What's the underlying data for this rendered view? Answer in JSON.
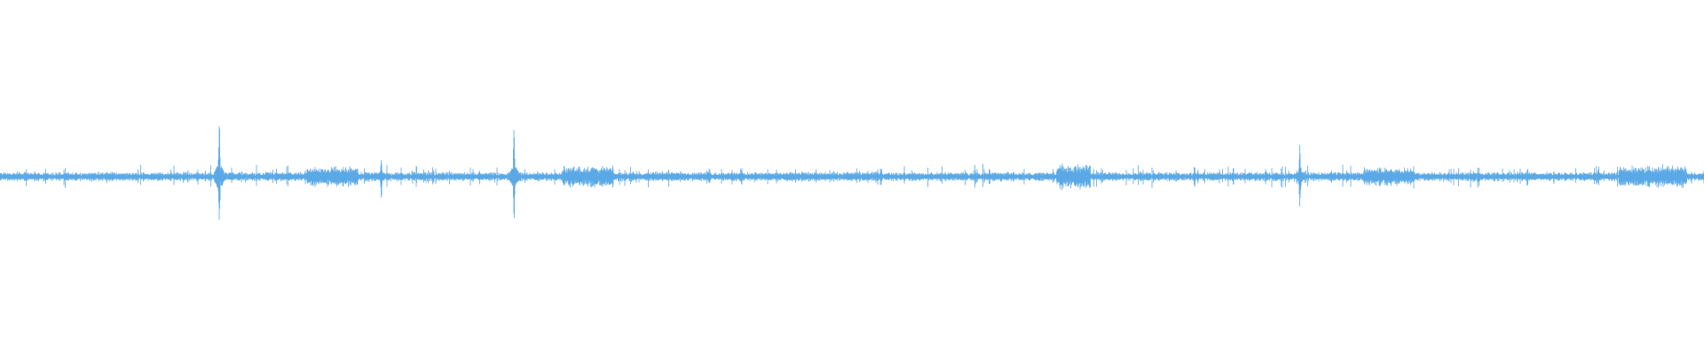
{
  "waveform": {
    "color": "#5aa9e6",
    "background": "#ffffff",
    "amplitude_scale": 1.0,
    "transients": [
      {
        "t": 0.1287,
        "amplitude": 0.47
      },
      {
        "t": 0.2238,
        "amplitude": 0.17
      },
      {
        "t": 0.3017,
        "amplitude": 0.4
      },
      {
        "t": 0.5173,
        "amplitude": 0.06
      },
      {
        "t": 0.6227,
        "amplitude": 0.09
      },
      {
        "t": 0.7628,
        "amplitude": 0.24
      },
      {
        "t": 0.9789,
        "amplitude": 0.07
      }
    ],
    "louder_regions": [
      {
        "t0": 0.18,
        "t1": 0.21,
        "amplitude": 0.08
      },
      {
        "t0": 0.33,
        "t1": 0.36,
        "amplitude": 0.08
      },
      {
        "t0": 0.62,
        "t1": 0.64,
        "amplitude": 0.1
      },
      {
        "t0": 0.8,
        "t1": 0.83,
        "amplitude": 0.07
      },
      {
        "t0": 0.95,
        "t1": 0.99,
        "amplitude": 0.08
      }
    ],
    "base_amplitude": 0.035
  }
}
